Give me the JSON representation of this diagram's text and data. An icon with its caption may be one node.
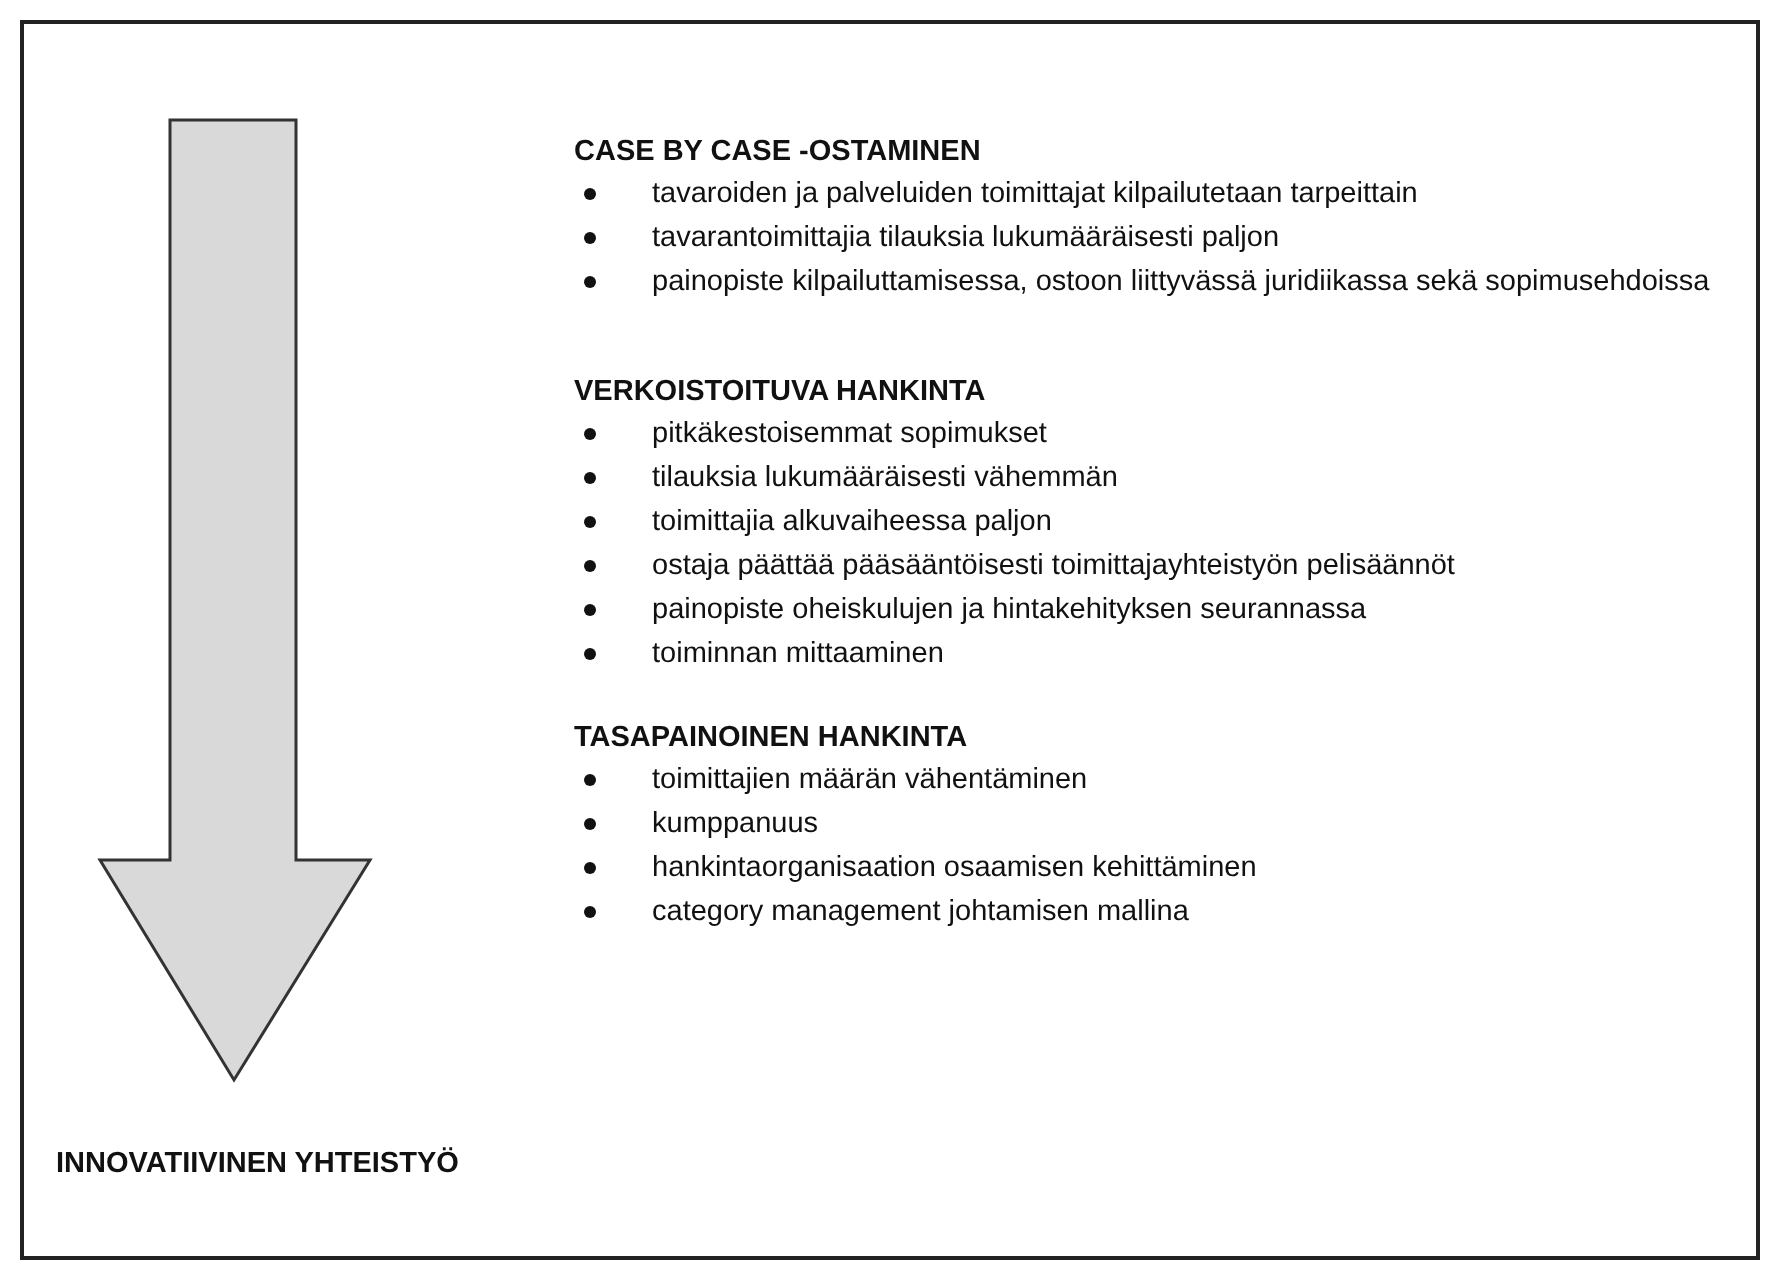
{
  "diagram": {
    "labels": [
      "CASE BY CASE -OSTAMINEN",
      "tavaroiden ja palveluiden toimittajat kilpailutetaan tarpeittain",
      "tavarantoimittajia tilauksia lukumääräisesti paljon",
      "painopiste kilpailuttamisessa, ostoon liittyvässä juridiikassa sekä sopimusehdoissa",
      "VERKOISTOITUVA HANKINTA",
      "pitkäkestoisemmat sopimukset",
      "tilauksia lukumääräisesti vähemmän",
      "toimittajia alkuvaiheessa paljon",
      "ostaja päättää pääsääntöisesti toimittajayhteistyön pelisäännöt",
      "painopiste oheiskulujen ja hintakehityksen seurannassa",
      "toiminnan mittaaminen",
      "TASAPAINOINEN HANKINTA",
      "toimittajien määrän vähentäminen",
      "kumppanuus",
      "hankintaorganisaation osaamisen kehittäminen",
      "category management johtamisen mallina",
      "INNOVATIIVINEN YHTEISTYÖ"
    ]
  }
}
